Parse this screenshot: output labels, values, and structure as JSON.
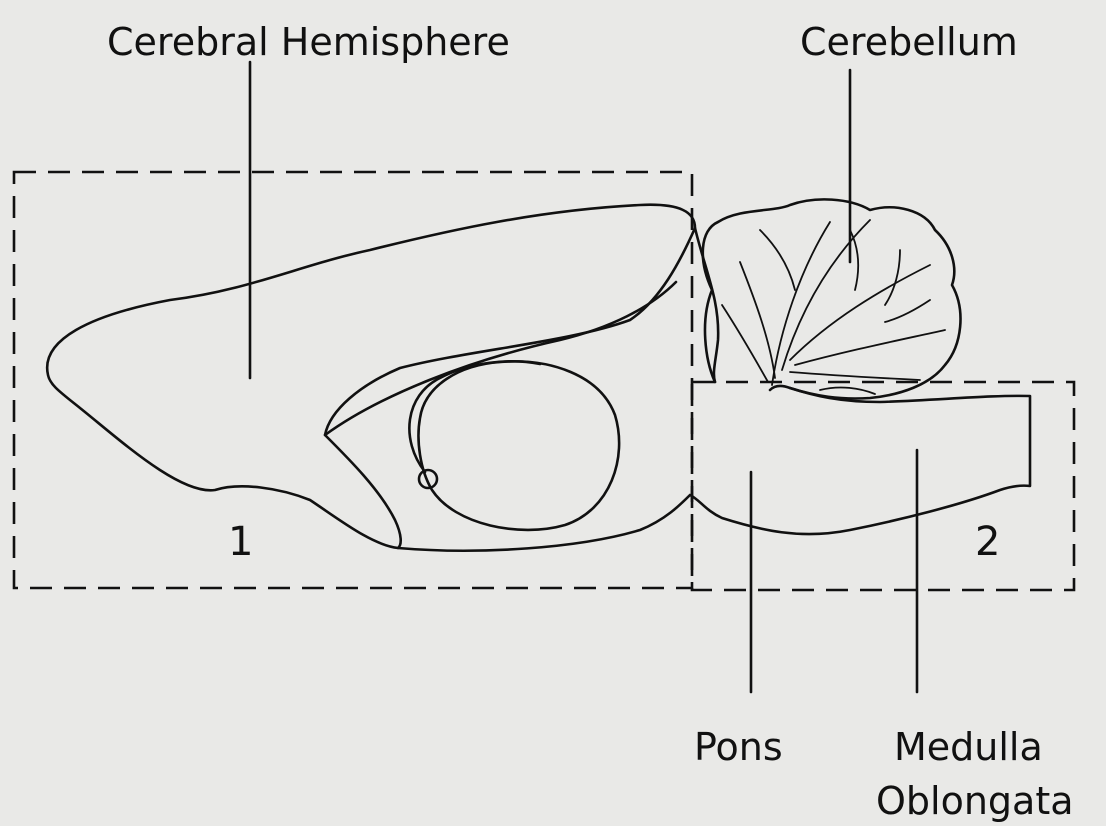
{
  "labels": {
    "cerebral_hemisphere": "Cerebral Hemisphere",
    "cerebellum": "Cerebellum",
    "pons": "Pons",
    "medulla_line1": "Medulla",
    "medulla_line2": "Oblongata"
  },
  "regions": {
    "region1": "1",
    "region2": "2"
  },
  "colors": {
    "ink": "#111111",
    "paper": "#e9e9e7"
  }
}
